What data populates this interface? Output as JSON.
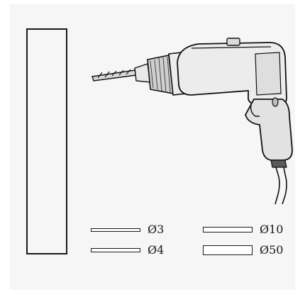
{
  "diagram": {
    "subject": "drill",
    "legend": [
      {
        "label": "Ø3"
      },
      {
        "label": "Ø10"
      },
      {
        "label": "Ø4"
      },
      {
        "label": "Ø50"
      }
    ]
  }
}
